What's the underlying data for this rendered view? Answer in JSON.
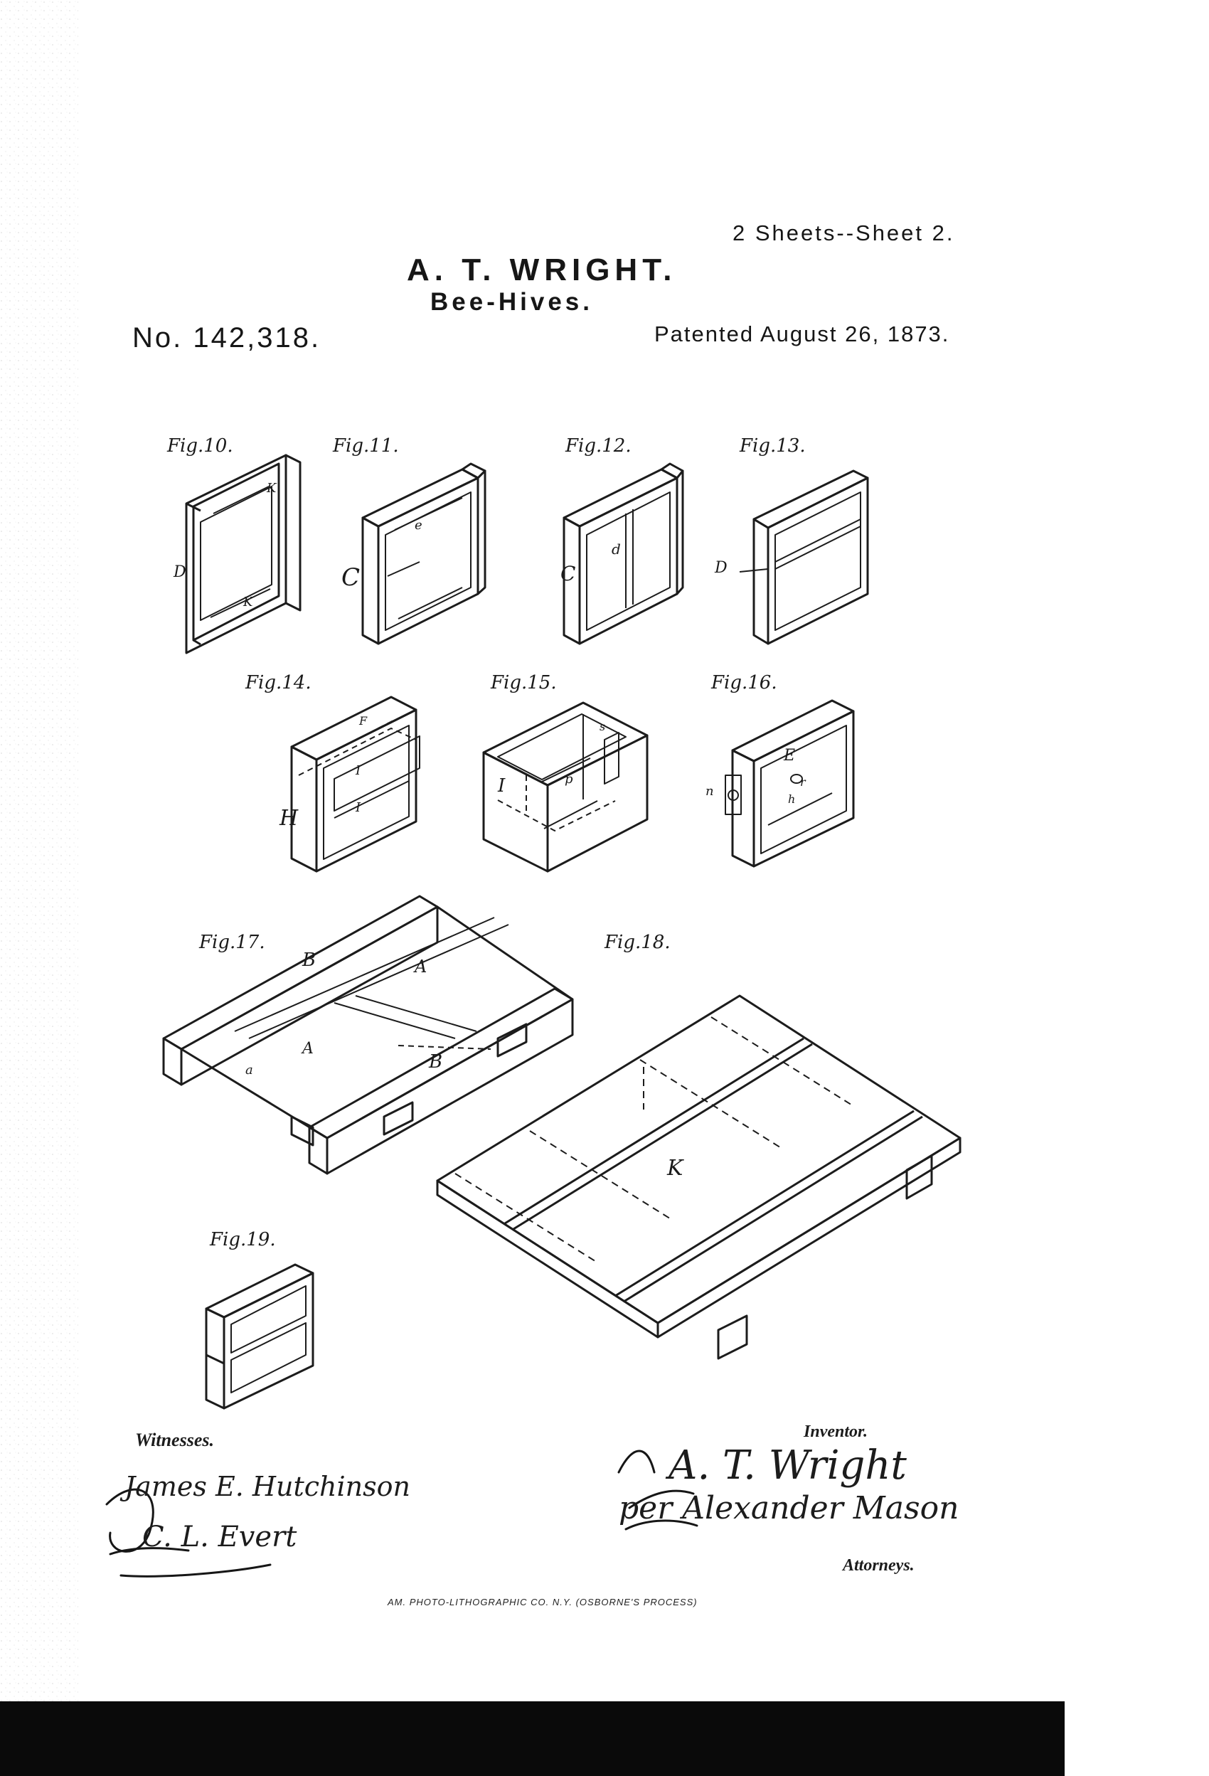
{
  "header": {
    "inventor": "A. T. WRIGHT.",
    "title": "Bee-Hives.",
    "sheet_info": "2 Sheets--Sheet 2.",
    "patent_number": "No. 142,318.",
    "patent_date": "Patented August 26, 1873."
  },
  "figures": {
    "fig10": {
      "label": "Fig.10.",
      "letters": [
        "K",
        "D",
        "K"
      ]
    },
    "fig11": {
      "label": "Fig.11.",
      "letters": [
        "e",
        "C"
      ]
    },
    "fig12": {
      "label": "Fig.12.",
      "letters": [
        "d",
        "C"
      ]
    },
    "fig13": {
      "label": "Fig.13.",
      "letters": [
        "D"
      ]
    },
    "fig14": {
      "label": "Fig.14.",
      "letters": [
        "F",
        "I",
        "I",
        "H"
      ]
    },
    "fig15": {
      "label": "Fig.15.",
      "letters": [
        "s",
        "I",
        "p"
      ]
    },
    "fig16": {
      "label": "Fig.16.",
      "letters": [
        "E",
        "r",
        "h",
        "n"
      ]
    },
    "fig17": {
      "label": "Fig.17.",
      "letters": [
        "B",
        "A",
        "A",
        "B",
        "a"
      ]
    },
    "fig18": {
      "label": "Fig.18.",
      "letters": [
        "K"
      ]
    },
    "fig19": {
      "label": "Fig.19."
    }
  },
  "signatures": {
    "witnesses_label": "Witnesses.",
    "witness_1": "James E. Hutchinson",
    "witness_2": "C. L. Evert",
    "inventor_label": "Inventor.",
    "inventor_signature": "A. T. Wright",
    "per_attorney": "per Alexander Mason",
    "attorneys_label": "Attorneys."
  },
  "footer": {
    "printer": "AM. PHOTO-LITHOGRAPHIC CO. N.Y. (OSBORNE'S PROCESS)"
  }
}
